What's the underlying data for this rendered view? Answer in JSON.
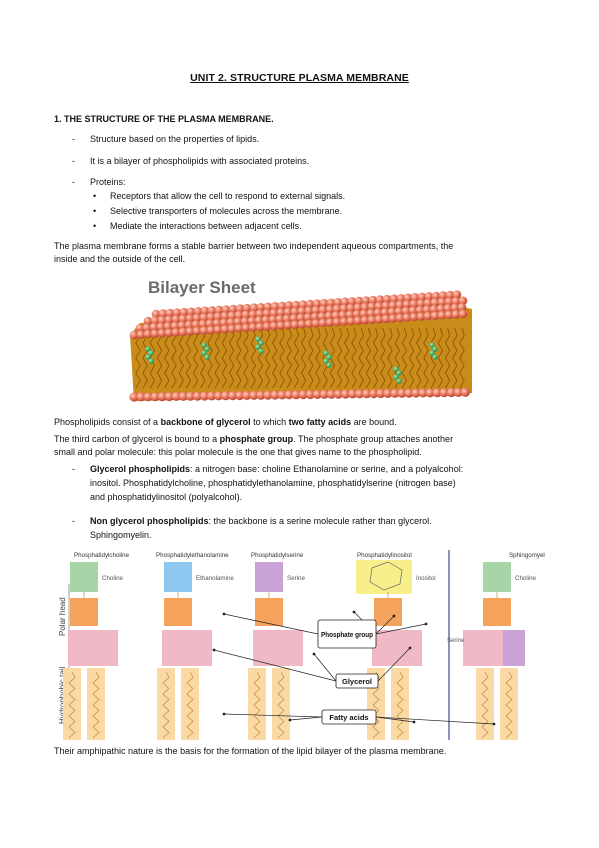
{
  "title": "UNIT 2. STRUCTURE PLASMA MEMBRANE",
  "section1": {
    "heading": "1. THE STRUCTURE OF THE PLASMA MEMBRANE.",
    "dash_items": [
      "Structure based on the properties of lipids.",
      "It is a bilayer of phospholipids with associated proteins.",
      "Proteins:"
    ],
    "protein_bullets": [
      "Receptors that allow the cell to respond to external signals.",
      "Selective transporters of molecules across the membrane.",
      "Mediate the interactions between adjacent cells."
    ],
    "barrier_line1": "The plasma membrane forms a stable barrier between two independent aqueous compartments, the",
    "barrier_line2": "inside and the outside of the cell."
  },
  "figure1": {
    "title": "Bilayer Sheet"
  },
  "phospholipids": {
    "p1_a": "Phospholipids consist of a ",
    "p1_b": "backbone of glycerol",
    "p1_c": " to which ",
    "p1_d": "two fatty acids",
    "p1_e": " are bound.",
    "p2_a": "The third carbon of glycerol is bound to a ",
    "p2_b": "phosphate group",
    "p2_c": ". The phosphate group attaches another",
    "p2_line2": "small and polar molecule: this polar molecule is the one that gives name to the phospholipid.",
    "item1_bold": "Glycerol phospholipids",
    "item1_rest": ": a nitrogen base: choline Ethanolamine or serine, and a polyalcohol:",
    "item1_line2": "inositol. Phosphatidylcholine, phosphatidylethanolamine, phosphatidylserine (nitrogen base)",
    "item1_line3": "and phosphatidylinositol (polyalcohol).",
    "item2_bold": "Non glycerol phospholipids",
    "item2_rest": ": the backbone is a serine molecule rather than glycerol.",
    "item2_line2": "Sphingomyelin."
  },
  "figure2": {
    "column_titles": [
      "Phosphatidylcholine",
      "Phosphatidylethanolamine",
      "Phosphatidylserine",
      "Phosphatidylinositol",
      "Sphingomyelin"
    ],
    "head_groups": [
      "Choline",
      "Ethanolamine",
      "Serine",
      "Inositol",
      "Choline"
    ],
    "side_labels": [
      "Polar head",
      "Hydrophobic tail"
    ],
    "callouts": [
      "Phosphate group",
      "Glycerol",
      "Fatty acids"
    ],
    "serine_label": "Serine",
    "colors": {
      "head": "#a8d5a8",
      "ethanolamine": "#8ec7ef",
      "serine": "#c9a3d8",
      "inositol": "#f7ef8a",
      "phosphate": "#f5a35c",
      "glycerol": "#f1b9c6",
      "tail": "#fbd9a4"
    }
  },
  "closing": "Their amphipathic nature is the basis for the formation of the lipid bilayer of the plasma membrane."
}
